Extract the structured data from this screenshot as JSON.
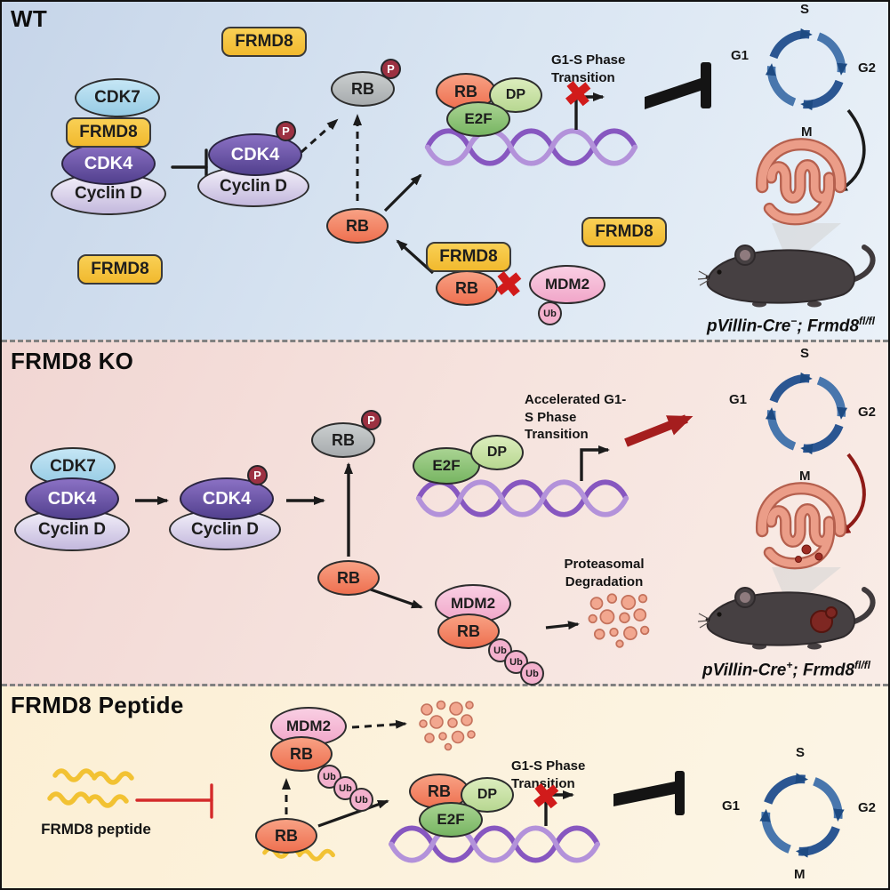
{
  "colors": {
    "frmd8_yellow": "#f2c233",
    "rb_orange": "#ee7050",
    "rb_phospho_gray": "#b4b8ba",
    "cdk4_purple": "#5f4b9e",
    "cdk7_blue": "#a9d4ea",
    "e2f_green": "#8fc57e",
    "dp_green": "#c9e2a9",
    "mdm2_pink": "#f5b6d3",
    "phospho_red": "#9c3142",
    "inhibit_red": "#d11b1b",
    "cycle_blue": "#2b5692",
    "dna_purple": "#8757c0",
    "wt_bg": "#d3e0ef",
    "ko_bg": "#f4dcd8",
    "peptide_bg": "#fcf2dd"
  },
  "icons": {
    "blocked_x": "✖"
  },
  "proteins": {
    "frmd8": "FRMD8",
    "cdk7": "CDK7",
    "cdk4": "CDK4",
    "cyclin_d": "Cyclin D",
    "rb": "RB",
    "phospho": "P",
    "dp": "DP",
    "e2f": "E2F",
    "mdm2": "MDM2",
    "ub": "Ub"
  },
  "cycle_labels": {
    "g1": "G1",
    "s": "S",
    "g2": "G2",
    "m": "M"
  },
  "wt": {
    "title": "WT",
    "transition_label": "G1-S Phase Transition",
    "genotype": {
      "gene1": "pVillin-Cre",
      "sup1": "−",
      "sep": "; ",
      "gene2": "Frmd8",
      "sup2": "fl/fl"
    }
  },
  "ko": {
    "title": "FRMD8 KO",
    "transition_label": "Accelerated G1-S Phase Transition",
    "degradation_label": "Proteasomal Degradation",
    "genotype": {
      "gene1": "pVillin-Cre",
      "sup1": "+",
      "sep": "; ",
      "gene2": "Frmd8",
      "sup2": "fl/fl"
    }
  },
  "peptide": {
    "title": "FRMD8 Peptide",
    "transition_label": "G1-S Phase Transition",
    "peptide_label": "FRMD8 peptide"
  }
}
